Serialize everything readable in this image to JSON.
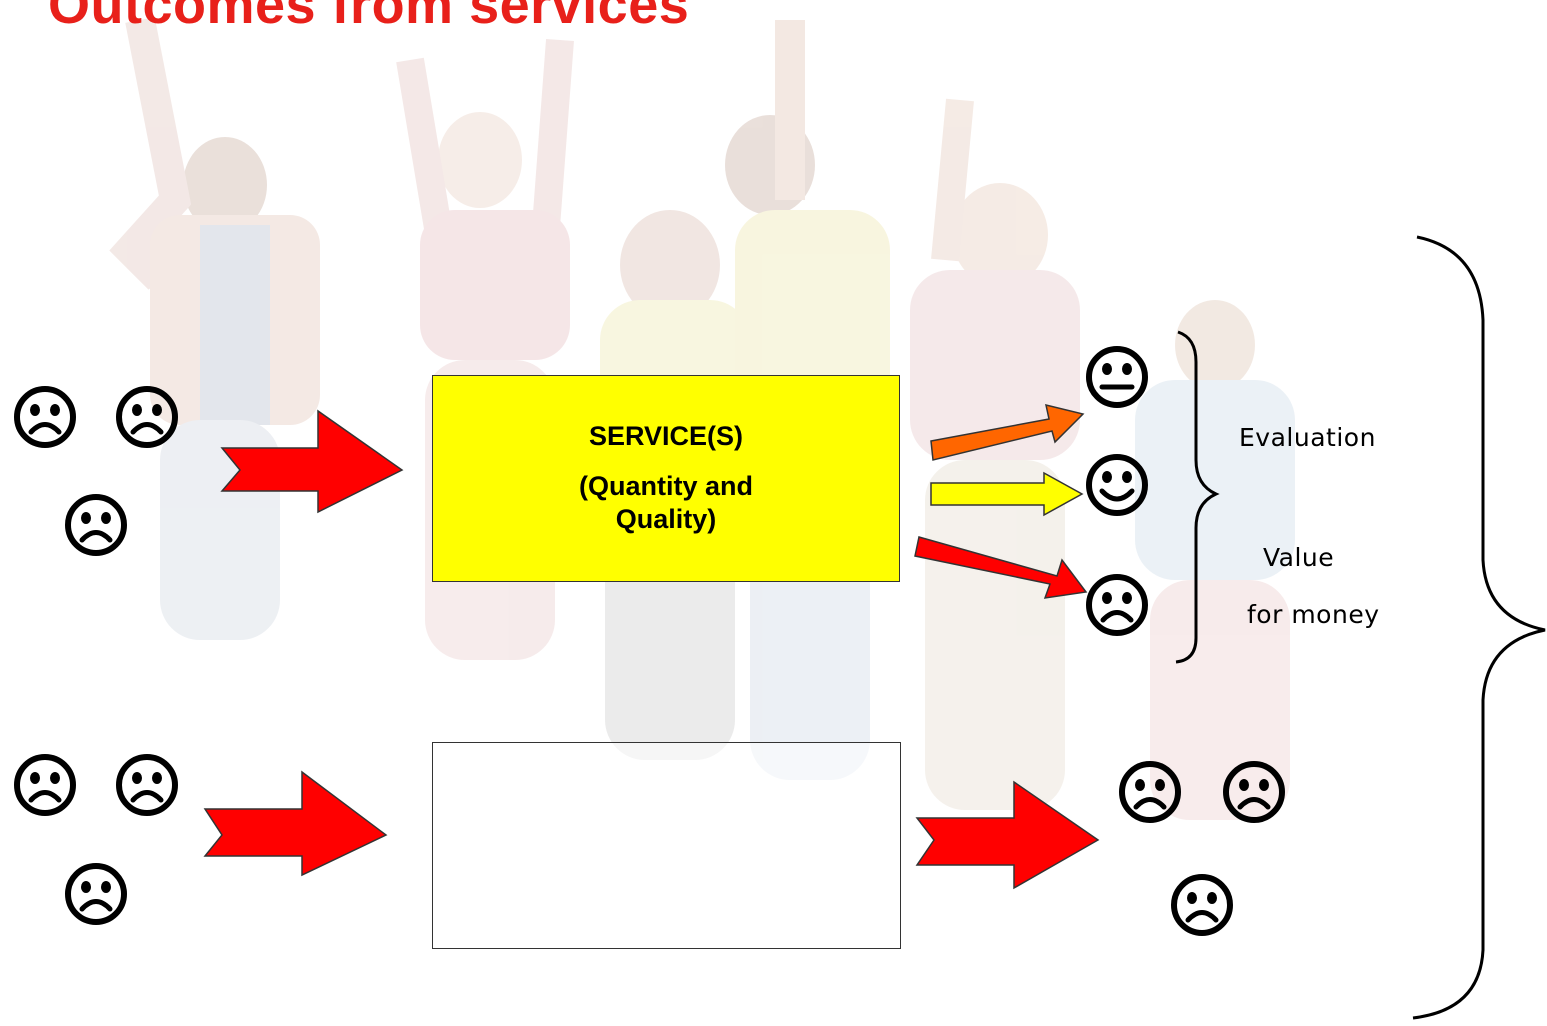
{
  "title": "Outcomes from services",
  "service_box": {
    "heading": "SERVICE(S)",
    "subheading": "(Quantity and\nQuality)",
    "fill": "#ffff00"
  },
  "annotations": {
    "evaluation": "Evaluation",
    "value_line1": "Value",
    "value_line2": "for money"
  },
  "faces": {
    "input_top": [
      "sad",
      "sad",
      "sad"
    ],
    "input_bottom": [
      "sad",
      "sad",
      "sad"
    ],
    "outcomes_with_service": [
      "neutral",
      "happy",
      "sad"
    ],
    "outcomes_without_service": [
      "sad",
      "sad",
      "sad"
    ]
  },
  "arrows": {
    "input": "#ff0000",
    "to_neutral": "#ff6600",
    "to_happy": "#ffff00",
    "to_sad": "#ff0000"
  },
  "colors": {
    "title": "#e8201a",
    "background_figures": "#f2dcdc"
  }
}
